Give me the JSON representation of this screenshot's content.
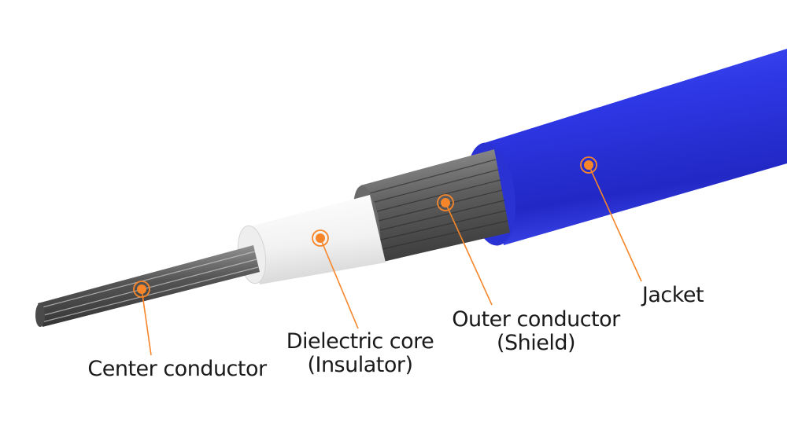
{
  "diagram": {
    "accent_color": "#f7862a",
    "jacket_color": "#2f37e0",
    "parts": [
      {
        "id": "center",
        "label": "Center conductor"
      },
      {
        "id": "dielectric",
        "label": "Dielectric core",
        "sub": "(Insulator)"
      },
      {
        "id": "shield",
        "label": "Outer conductor",
        "sub": "(Shield)"
      },
      {
        "id": "jacket",
        "label": "Jacket"
      }
    ]
  }
}
